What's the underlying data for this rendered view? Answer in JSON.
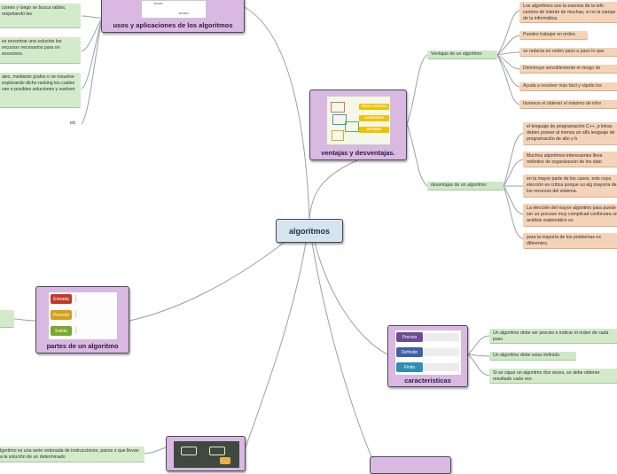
{
  "root": {
    "label": "algoritmos"
  },
  "nodes": {
    "usos": {
      "title": "usos y aplicaciones de los algoritmos",
      "thumb_text": [
        "ETAPA",
        "EXCELL"
      ]
    },
    "ventajas": {
      "title": "ventajas y desventajas.",
      "thumb_labels": [
        "PROS Y CONTRAS",
        "ALGORITMOS",
        "RESUMEN"
      ]
    },
    "partes": {
      "title": "partes de un algoritmo",
      "rows": [
        "Entrada",
        "Proceso",
        "Salida"
      ]
    },
    "caracteristicas": {
      "title": "caracteristicas",
      "rows": [
        "Preciso",
        "Definido",
        "Finito"
      ]
    }
  },
  "ventajas_branch": {
    "label": "Ventajas de un algoritmo:",
    "items": [
      "Los algoritmos son la esencia de la info centros de interés de muchas, si no la campo de la informática.",
      "Puedes trabajar en orden.",
      "se redacta en orden paso a paso lo que",
      "Disminuye sensiblemente el riesgo de",
      "Ayuda a resolver más fácil y rápido los",
      "favorece el obtener el máximo de infor"
    ]
  },
  "desventajas_branch": {
    "label": "desentajas de un algoritmo:",
    "items": [
      "el lenguaje de programación C++, p letras deben poseer al menos un alfa lenguaje de programación de alto y b",
      "Muchos algoritmos interesantes lleva métodos de organización de los dato",
      "en la mayor parte de los casos, exis cuya elección es crítica porque su alg mayoría de los recursos del sistema.",
      "La elección del mayor algoritmo para puede ser un proceso muy complicad conllevara un análisis matemático so",
      "para la mayoría de los problemas ex diferentes."
    ]
  },
  "caracteristicas_items": [
    "Un algoritmo debe ser preciso e indicar el orden de cada paso",
    "Un algoritmo debe estar definido.",
    "Si se sigue un algoritmo dos veces, se debe obtener resultado cada vez."
  ],
  "left_notes": [
    "ciones y luego se busca rables, respetando las",
    "es encontrar una solución los recursos necesarios para on excesivos.",
    "ales, mediante grafos o se resuelve explorando dicho racking los cuales van n posibles soluciones y vuelven"
  ],
  "etc_label": "etc",
  "bottom_note": "lgoritmo es una serie ordenada de instrucciones, pasos o que llevan a la solución de un determinado"
}
